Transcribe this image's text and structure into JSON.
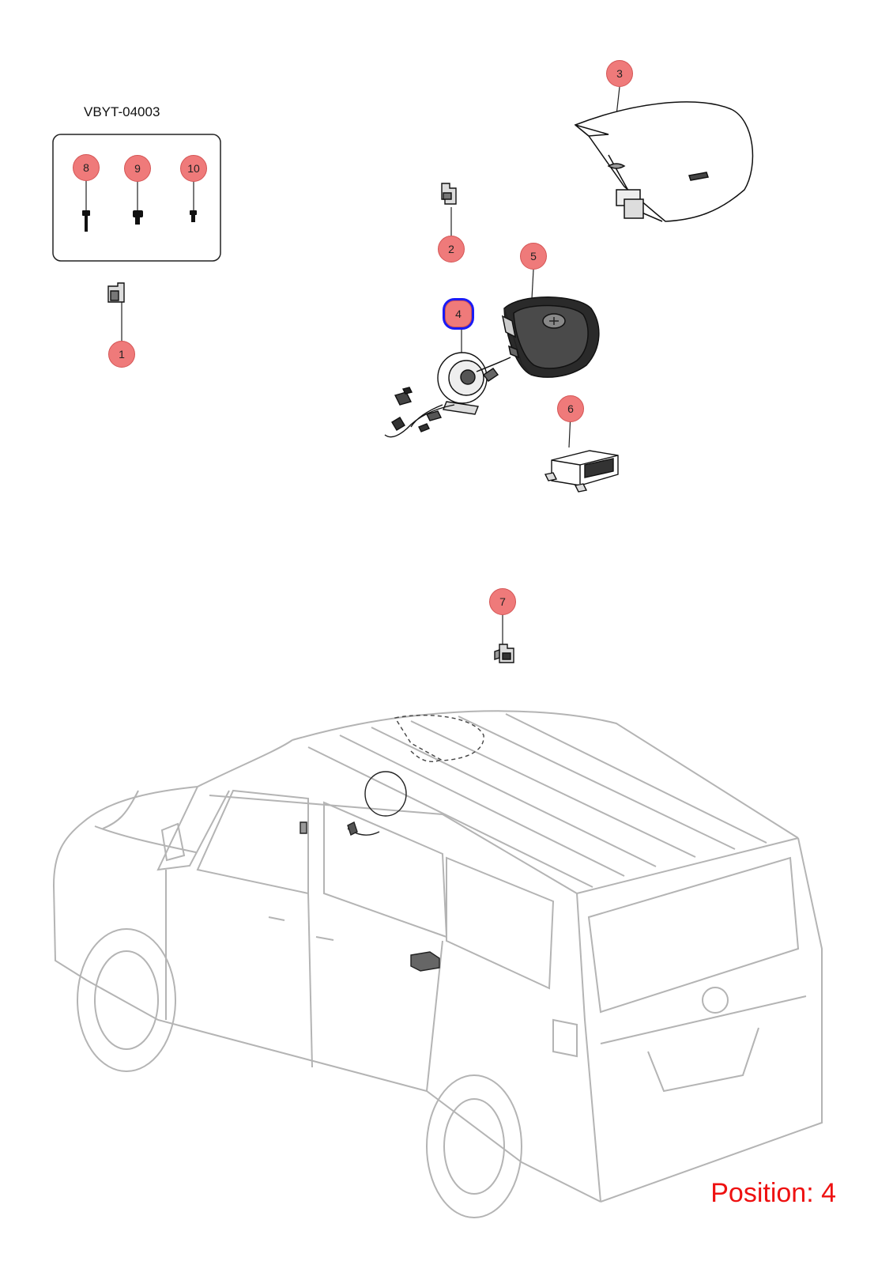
{
  "group_label": "VBYT-04003",
  "callouts": [
    {
      "id": "1",
      "label": "1"
    },
    {
      "id": "2",
      "label": "2"
    },
    {
      "id": "3",
      "label": "3"
    },
    {
      "id": "4",
      "label": "4"
    },
    {
      "id": "5",
      "label": "5"
    },
    {
      "id": "6",
      "label": "6"
    },
    {
      "id": "7",
      "label": "7"
    },
    {
      "id": "8",
      "label": "8"
    },
    {
      "id": "9",
      "label": "9"
    },
    {
      "id": "10",
      "label": "10"
    }
  ],
  "selected_callout": "4",
  "position_text": "Position: 4",
  "colors": {
    "callout_fill": "#ef7a7a",
    "selected_outline": "#1b1bf5",
    "position_text": "#ee1111",
    "vehicle_outline": "#b4b4b4"
  }
}
